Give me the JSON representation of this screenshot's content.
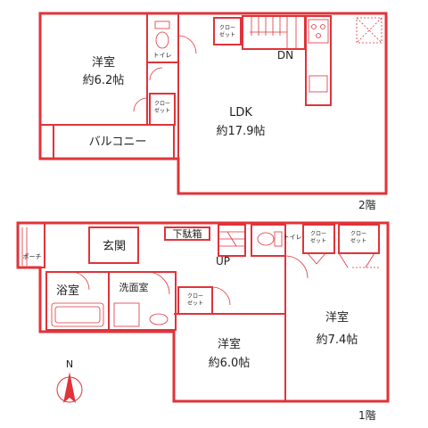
{
  "floor2": {
    "label": "2階",
    "rooms": {
      "western_a_name": "洋室",
      "western_a_size": "約6.2帖",
      "ldk_name": "LDK",
      "ldk_size": "約17.9帖",
      "balcony": "バルコニー",
      "toilet": "トイレ",
      "closet_top": "クロー\nゼット",
      "closet_side": "クロー\nゼット",
      "stairs": "DN"
    }
  },
  "floor1": {
    "label": "1階",
    "rooms": {
      "porch": "ポーチ",
      "entrance": "玄関",
      "shoe_cabinet": "下駄箱",
      "stairs": "UP",
      "toilet": "トイレ",
      "closet_a": "クロー\nゼット",
      "closet_b": "クロー\nゼット",
      "closet_c": "クロー\nゼット",
      "bath": "浴室",
      "washroom": "洗面室",
      "western_b_name": "洋室",
      "western_b_size": "約6.0帖",
      "western_c_name": "洋室",
      "western_c_size": "約7.4帖"
    }
  },
  "compass": {
    "label": "N"
  },
  "colors": {
    "wall": "#e0333a",
    "wall_fill": "#f2a9ad",
    "text": "#222222"
  }
}
